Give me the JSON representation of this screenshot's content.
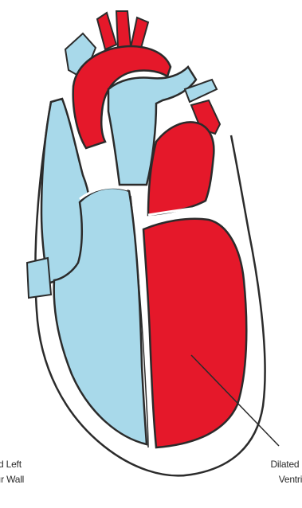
{
  "labels": {
    "left_line1": "d Left",
    "left_line2": "ır Wall",
    "right_line1": "Dilated L",
    "right_line2": "Ventric"
  },
  "colors": {
    "oxygenated": "#e5182a",
    "deoxygenated": "#a8d9ea",
    "outline": "#2b2b2b",
    "background": "#ffffff"
  }
}
